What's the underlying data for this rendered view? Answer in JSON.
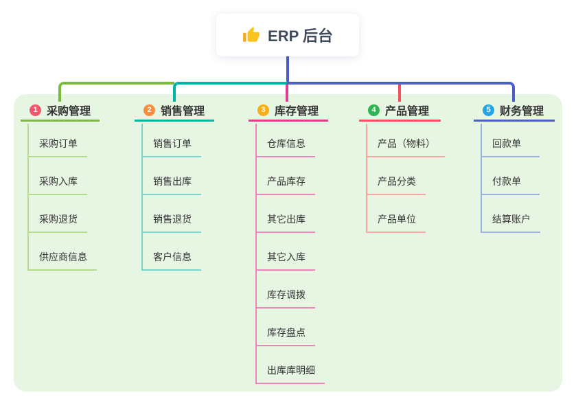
{
  "root": {
    "title": "ERP 后台",
    "icon": "thumbs-up-icon"
  },
  "colors": {
    "canvas_background": "#ffffff",
    "panel_background": "#e7f5e3",
    "root_stem": "#4a5ec6",
    "text": "#333333"
  },
  "branches": [
    {
      "badge": "1",
      "label": "采购管理",
      "badge_color": "#f2586a",
      "line_color": "#7bba3f",
      "child_line_color": "#b4db8b",
      "children": [
        "采购订单",
        "采购入库",
        "采购退货",
        "供应商信息"
      ]
    },
    {
      "badge": "2",
      "label": "销售管理",
      "badge_color": "#fb8e3e",
      "line_color": "#00b4a6",
      "child_line_color": "#79d4c9",
      "children": [
        "销售订单",
        "销售出库",
        "销售退货",
        "客户信息"
      ]
    },
    {
      "badge": "3",
      "label": "库存管理",
      "badge_color": "#f8ae15",
      "line_color": "#df3d8e",
      "child_line_color": "#ee85ba",
      "children": [
        "仓库信息",
        "产品库存",
        "其它出库",
        "其它入库",
        "库存调拨",
        "库存盘点",
        "出库库明细"
      ]
    },
    {
      "badge": "4",
      "label": "产品管理",
      "badge_color": "#30b353",
      "line_color": "#f5505c",
      "child_line_color": "#f8a5a2",
      "children": [
        "产品（物料）",
        "产品分类",
        "产品单位"
      ]
    },
    {
      "badge": "5",
      "label": "财务管理",
      "badge_color": "#27a5e2",
      "line_color": "#4a5ec6",
      "child_line_color": "#9cb0e2",
      "children": [
        "回款单",
        "付款单",
        "结算账户"
      ]
    }
  ]
}
